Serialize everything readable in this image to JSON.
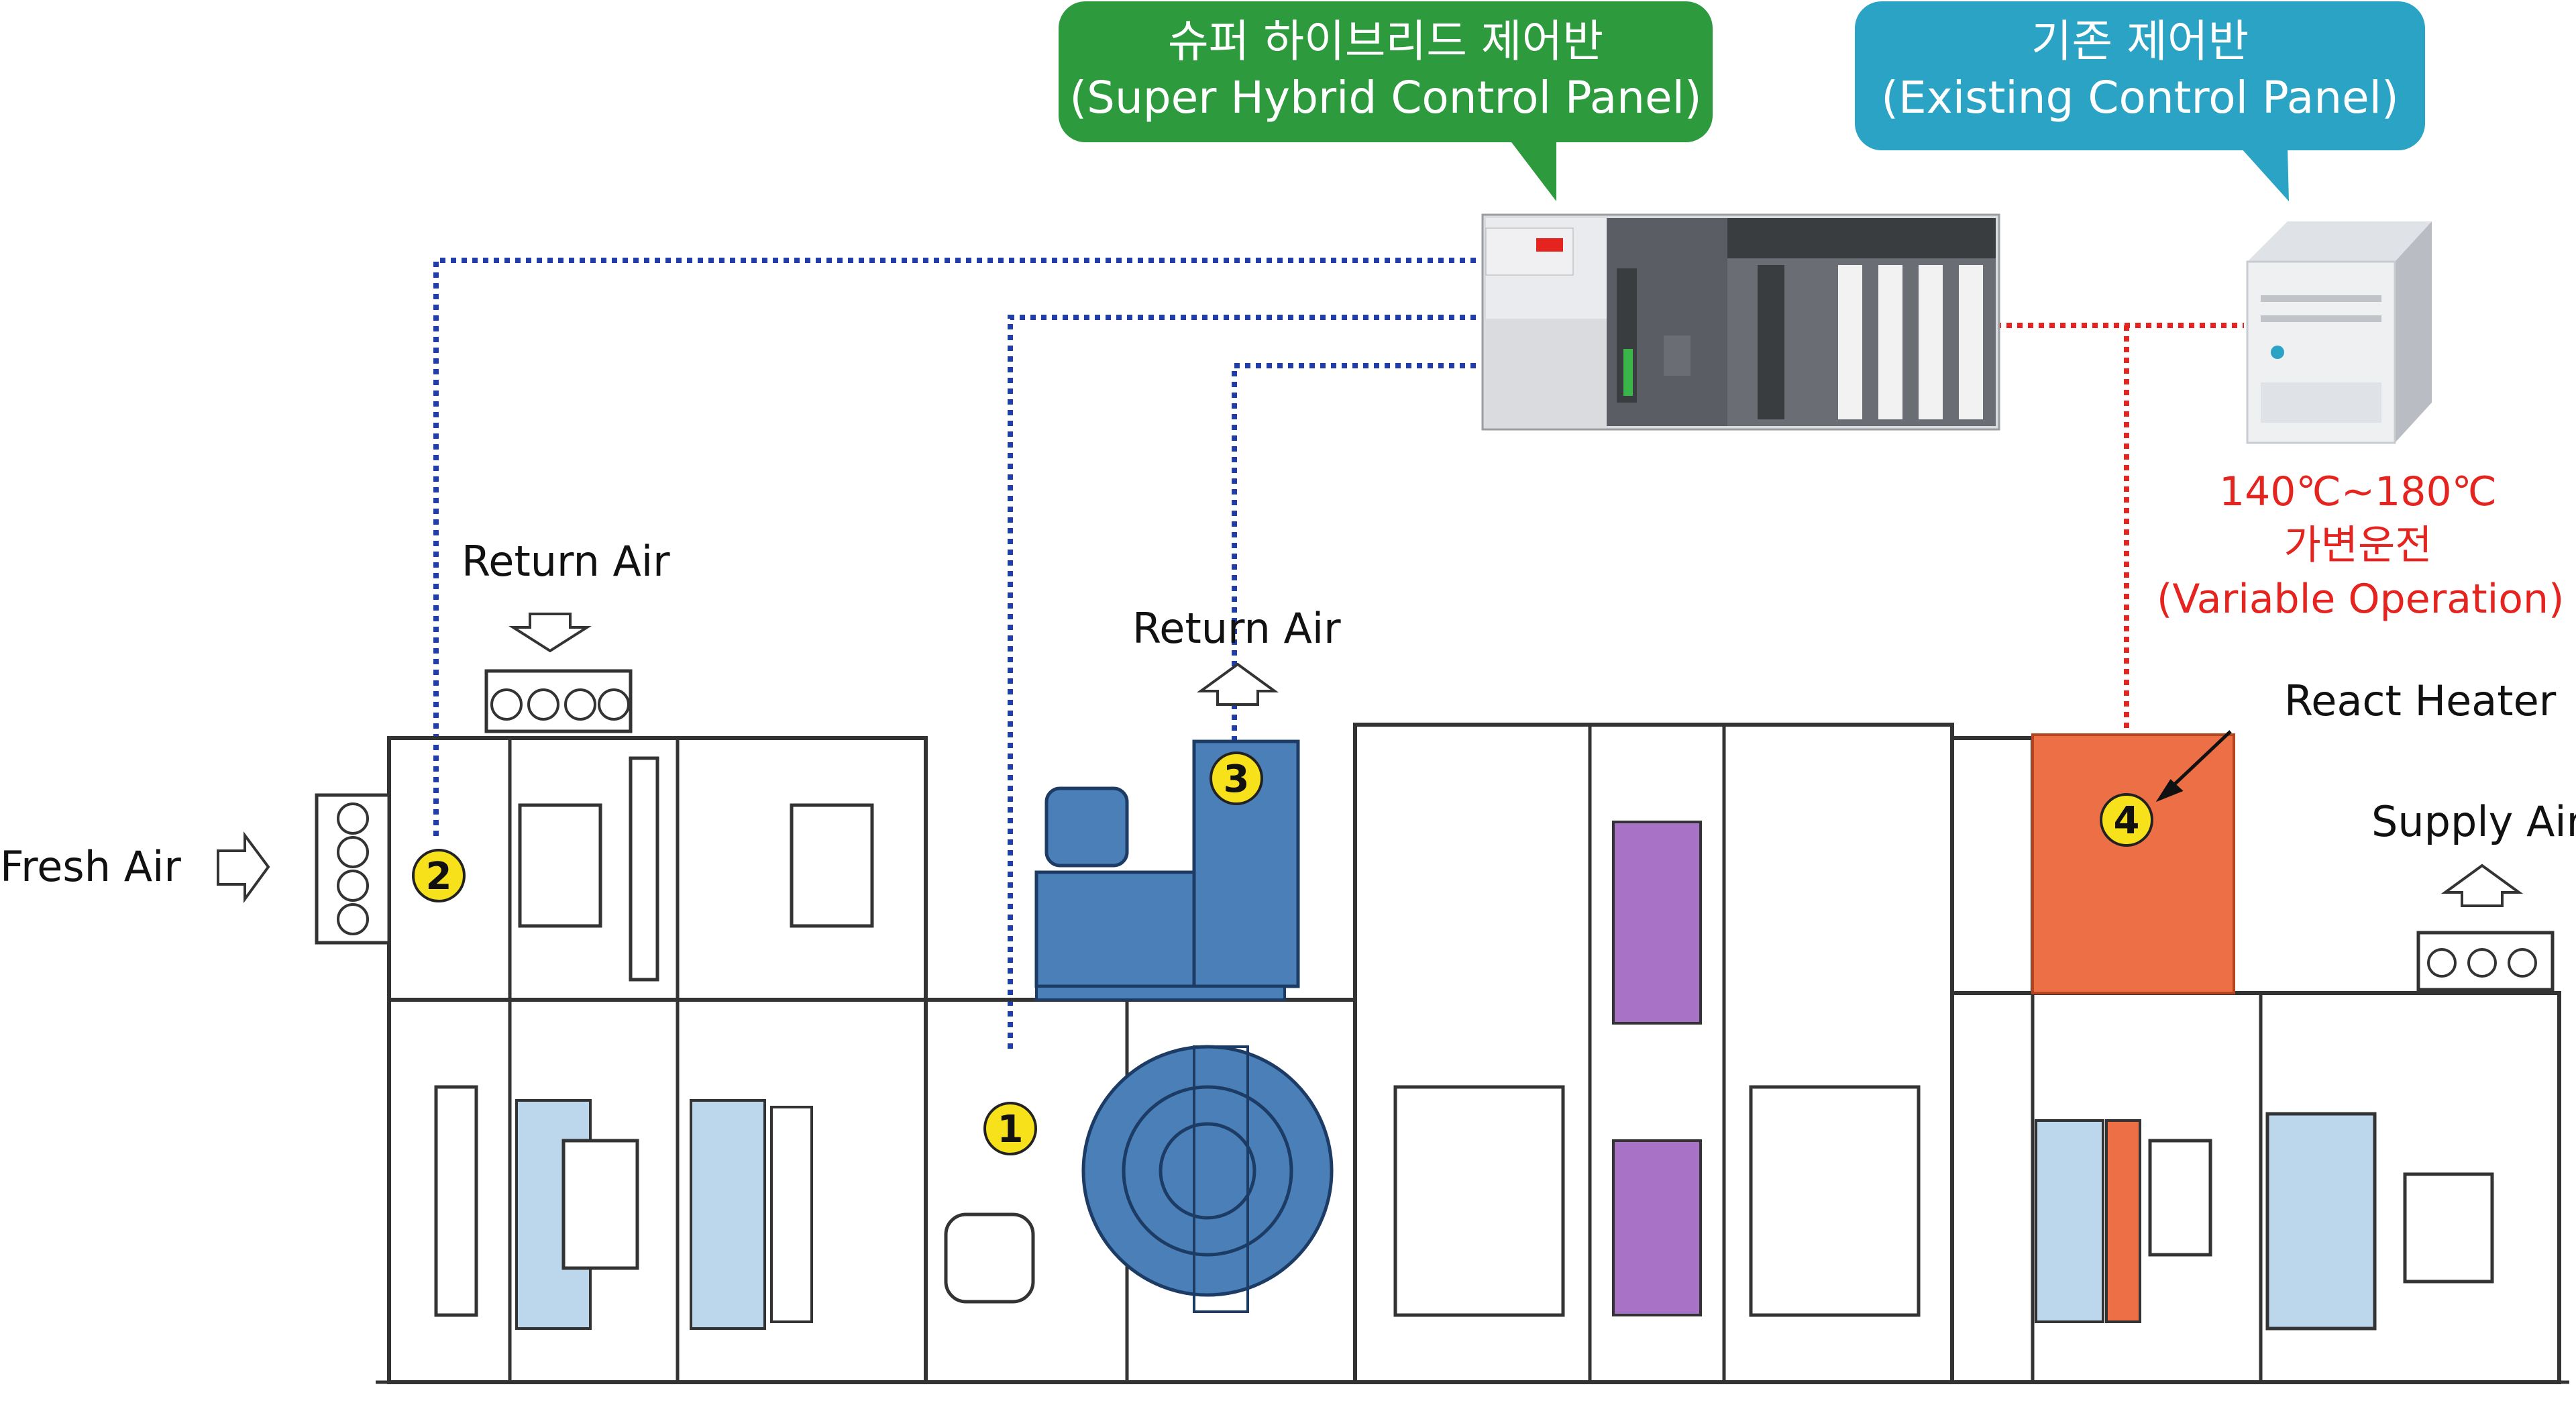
{
  "callouts": {
    "super_hybrid": {
      "line1": "슈퍼 하이브리드 제어반",
      "line2": "(Super Hybrid Control Panel)"
    },
    "existing": {
      "line1": "기존 제어반",
      "line2": "(Existing Control Panel)"
    }
  },
  "labels": {
    "fresh_air": "Fresh Air",
    "return_air_left": "Return Air",
    "return_air_fan": "Return Air",
    "react_heater": "React Heater",
    "supply_air": "Supply Air",
    "variable_op_line1": "140℃~180℃",
    "variable_op_line2": "가변운전",
    "variable_op_line3": "(Variable Operation)"
  },
  "markers": [
    "1",
    "2",
    "3",
    "4"
  ],
  "colors": {
    "callout_green": "#2e9a3e",
    "callout_blue": "#2aa3c4",
    "signal_blue": "#1f3ea8",
    "signal_red": "#e5231f",
    "heater_orange": "#ec6f45",
    "fan_blue": "#4a7fb8",
    "coil_purple": "#a873c7",
    "filter_lightblue": "#bcd7ec",
    "marker_yellow": "#f7e11b"
  },
  "icons": [
    "plc-controller",
    "server-tower",
    "arrow-right-icon",
    "arrow-down-icon",
    "arrow-up-icon"
  ]
}
